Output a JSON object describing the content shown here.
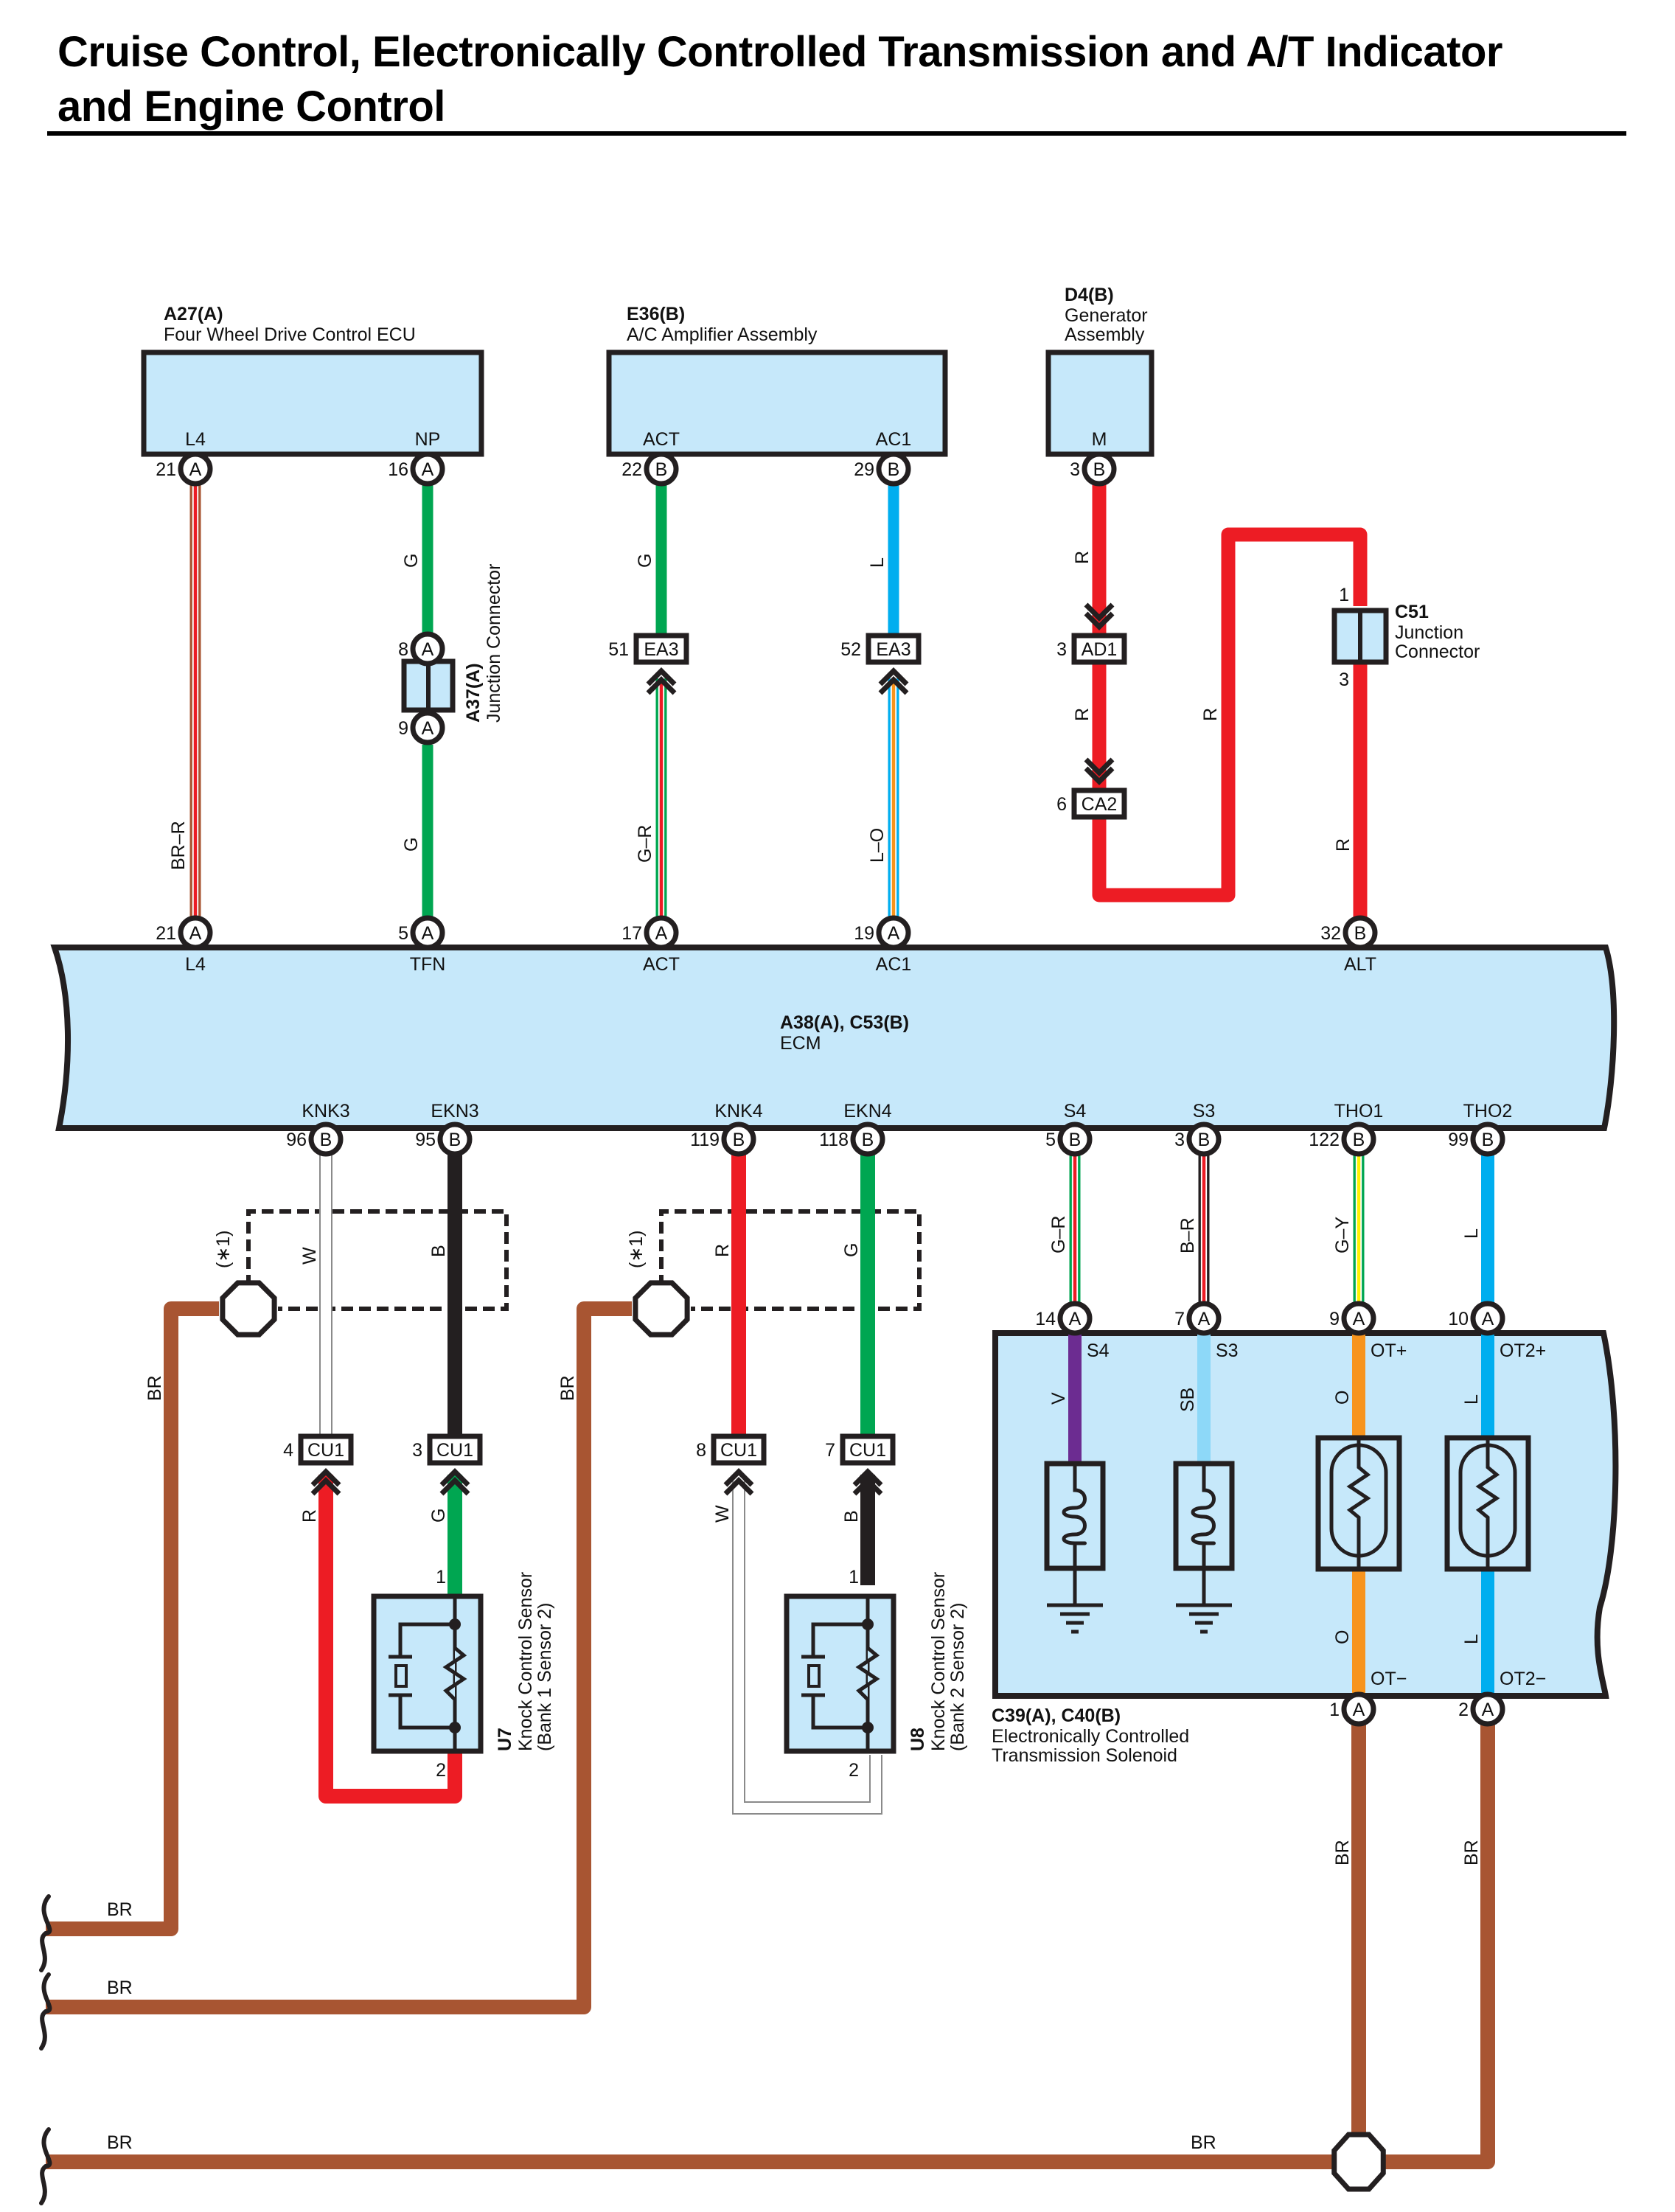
{
  "title": {
    "line1": "Cruise Control, Electronically Controlled Transmission and A/T Indicator",
    "line2": "and Engine Control"
  },
  "colors": {
    "component_fill": "#c6e8fa",
    "outline": "#231f20",
    "wire_BR": "#a85532",
    "wire_R": "#ed1c24",
    "wire_G": "#00a651",
    "wire_L": "#00aeef",
    "wire_O": "#f7941d",
    "wire_Y": "#fff200",
    "wire_B": "#231f20",
    "wire_W": "#ffffff",
    "wire_V": "#6c2c91",
    "wire_SB": "#8dd8f8"
  },
  "components": {
    "a27": {
      "code": "A27(A)",
      "name": "Four Wheel Drive Control ECU",
      "pins": [
        {
          "num": "21",
          "conn": "A",
          "label": "L4"
        },
        {
          "num": "16",
          "conn": "A",
          "label": "NP"
        }
      ]
    },
    "e36": {
      "code": "E36(B)",
      "name": "A/C Amplifier Assembly",
      "pins": [
        {
          "num": "22",
          "conn": "B",
          "label": "ACT"
        },
        {
          "num": "29",
          "conn": "B",
          "label": "AC1"
        }
      ]
    },
    "d4": {
      "code": "D4(B)",
      "name_line1": "Generator",
      "name_line2": "Assembly",
      "pins": [
        {
          "num": "3",
          "conn": "B",
          "label": "M"
        }
      ]
    },
    "a37": {
      "code": "A37(A)",
      "name": "Junction Connector",
      "pin_top": {
        "num": "8",
        "conn": "A"
      },
      "pin_bottom": {
        "num": "9",
        "conn": "A"
      }
    },
    "c51": {
      "code": "C51",
      "name_line1": "Junction",
      "name_line2": "Connector",
      "pin_top": "1",
      "pin_bottom": "3"
    },
    "ecm": {
      "code": "A38(A), C53(B)",
      "name": "ECM",
      "top_pins": [
        {
          "num": "21",
          "conn": "A",
          "label": "L4"
        },
        {
          "num": "5",
          "conn": "A",
          "label": "TFN"
        },
        {
          "num": "17",
          "conn": "A",
          "label": "ACT"
        },
        {
          "num": "19",
          "conn": "A",
          "label": "AC1"
        },
        {
          "num": "32",
          "conn": "B",
          "label": "ALT"
        }
      ],
      "bottom_pins": [
        {
          "num": "96",
          "conn": "B",
          "label": "KNK3"
        },
        {
          "num": "95",
          "conn": "B",
          "label": "EKN3"
        },
        {
          "num": "119",
          "conn": "B",
          "label": "KNK4"
        },
        {
          "num": "118",
          "conn": "B",
          "label": "EKN4"
        },
        {
          "num": "5",
          "conn": "B",
          "label": "S4"
        },
        {
          "num": "3",
          "conn": "B",
          "label": "S3"
        },
        {
          "num": "122",
          "conn": "B",
          "label": "THO1"
        },
        {
          "num": "99",
          "conn": "B",
          "label": "THO2"
        }
      ]
    },
    "u7": {
      "code": "U7",
      "name_line1": "Knock Control Sensor",
      "name_line2": "(Bank 1 Sensor 2)",
      "pin1": "1",
      "pin2": "2"
    },
    "u8": {
      "code": "U8",
      "name_line1": "Knock Control Sensor",
      "name_line2": "(Bank 2 Sensor 2)",
      "pin1": "1",
      "pin2": "2"
    },
    "solenoid": {
      "code": "C39(A), C40(B)",
      "name_line1": "Electronically Controlled",
      "name_line2": "Transmission Solenoid",
      "top_pins": [
        {
          "num": "14",
          "conn": "A",
          "label": "S4"
        },
        {
          "num": "7",
          "conn": "A",
          "label": "S3"
        },
        {
          "num": "9",
          "conn": "A",
          "label": "OT+"
        },
        {
          "num": "10",
          "conn": "A",
          "label": "OT2+"
        }
      ],
      "bottom_pins": [
        {
          "num": "1",
          "conn": "A",
          "label": "OT−"
        },
        {
          "num": "2",
          "conn": "A",
          "label": "OT2−"
        }
      ],
      "internal_wire_labels": [
        "V",
        "SB",
        "O",
        "L"
      ],
      "lower_wire_labels": [
        "O",
        "L"
      ]
    }
  },
  "inline_connectors": [
    {
      "id": "ea3-51",
      "num": "51",
      "code": "EA3"
    },
    {
      "id": "ea3-52",
      "num": "52",
      "code": "EA3"
    },
    {
      "id": "ad1-3",
      "num": "3",
      "code": "AD1"
    },
    {
      "id": "ca2-6",
      "num": "6",
      "code": "CA2"
    },
    {
      "id": "cu1-4",
      "num": "4",
      "code": "CU1"
    },
    {
      "id": "cu1-3",
      "num": "3",
      "code": "CU1"
    },
    {
      "id": "cu1-8",
      "num": "8",
      "code": "CU1"
    },
    {
      "id": "cu1-7",
      "num": "7",
      "code": "CU1"
    }
  ],
  "wire_labels": {
    "l4": "BR–R",
    "np_upper": "G",
    "np_lower": "G",
    "act_upper": "G",
    "act_lower": "G–R",
    "ac1_upper": "L",
    "ac1_lower": "L–O",
    "m_upper": "R",
    "m_mid": "R",
    "alt_loop": "R",
    "alt_lower": "R",
    "knk3": "W",
    "ekn3": "B",
    "knk3_lower": "R",
    "ekn3_lower": "G",
    "knk4": "R",
    "ekn4": "G",
    "knk4_lower": "W",
    "ekn4_lower": "B",
    "s4": "G–R",
    "s3": "B–R",
    "tho1": "G–Y",
    "tho2": "L",
    "shield1": "BR",
    "shield2": "BR",
    "gnd_a": "BR",
    "gnd_b": "BR"
  },
  "shield_note": "(∗1)",
  "ground_buses": [
    {
      "label": "BR"
    },
    {
      "label": "BR"
    },
    {
      "label": "BR",
      "label_right": "BR"
    }
  ]
}
